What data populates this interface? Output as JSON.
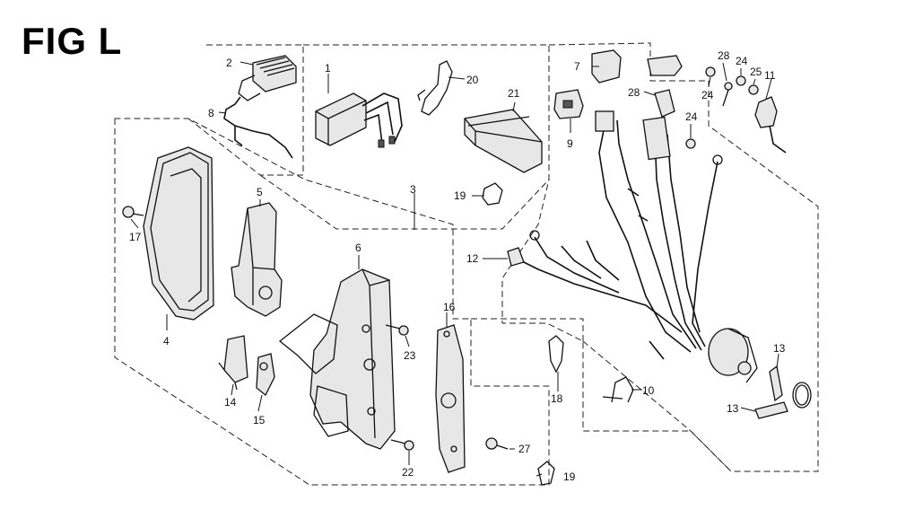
{
  "figure_title": "FIG L",
  "callouts": {
    "c1": "1",
    "c2": "2",
    "c3": "3",
    "c4": "4",
    "c5": "5",
    "c6": "6",
    "c7": "7",
    "c8": "8",
    "c9": "9",
    "c10": "10",
    "c11": "11",
    "c12": "12",
    "c13a": "13",
    "c13b": "13",
    "c14": "14",
    "c15": "15",
    "c16": "16",
    "c17": "17",
    "c18": "18",
    "c19a": "19",
    "c19b": "19",
    "c20": "20",
    "c21": "21",
    "c22": "22",
    "c23": "23",
    "c24a": "24",
    "c24b": "24",
    "c24c": "24",
    "c25": "25",
    "c27": "27",
    "c28a": "28",
    "c28b": "28"
  }
}
